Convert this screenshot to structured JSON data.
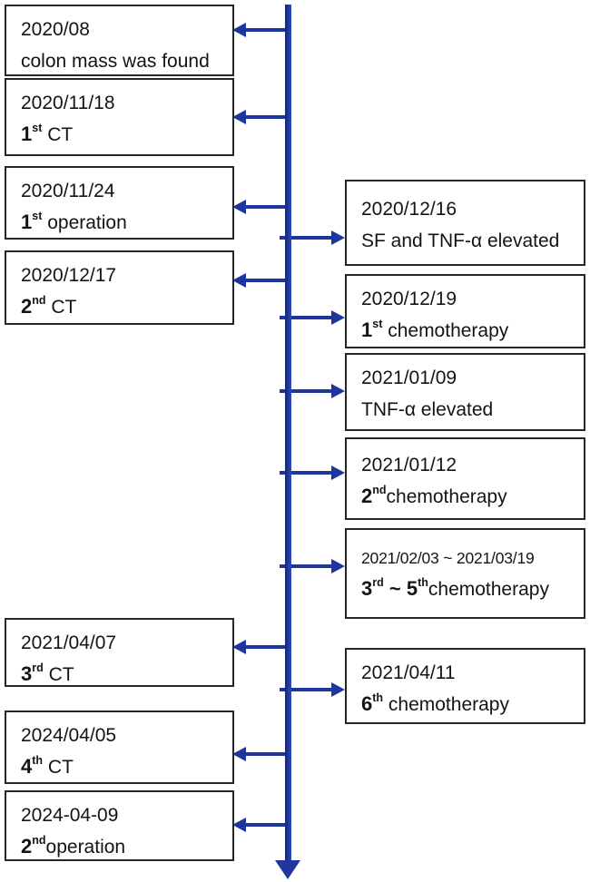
{
  "figure": {
    "type": "clinical-course-timeline",
    "colors": {
      "axis_blue": "#1d359c",
      "box_border": "#262626",
      "text": "#141414"
    }
  },
  "events": {
    "l1": {
      "date": "2020/08",
      "rest": "colon mass was found"
    },
    "l2": {
      "date": "2020/11/18",
      "n1": "1",
      "s1": "st",
      "rest": " CT"
    },
    "l3": {
      "date": "2020/11/24",
      "n1": "1",
      "s1": "st",
      "rest": " operation"
    },
    "l4": {
      "date": "2020/12/17",
      "n1": "2",
      "s1": "nd",
      "rest": " CT"
    },
    "l5": {
      "date": "2021/04/07",
      "n1": "3",
      "s1": "rd",
      "rest": " CT"
    },
    "l6": {
      "date": "2024/04/05",
      "n1": "4",
      "s1": "th",
      "rest": " CT"
    },
    "l7": {
      "date": "2024-04-09",
      "n1": "2",
      "s1": "nd",
      "rest": "operation"
    },
    "r1": {
      "date": "2020/12/16",
      "rest": "SF and TNF-α elevated"
    },
    "r2": {
      "date": "2020/12/19",
      "n1": "1",
      "s1": "st",
      "rest": " chemotherapy"
    },
    "r3": {
      "date": "2021/01/09",
      "rest": "TNF-α elevated"
    },
    "r4": {
      "date": "2021/01/12",
      "n1": "2",
      "s1": "nd",
      "rest": "chemotherapy"
    },
    "r5": {
      "date": "2021/02/03 ~ 2021/03/19",
      "n1": "3",
      "s1": "rd",
      "mid": " ~ ",
      "n2": "5",
      "s2": "th",
      "rest": "chemotherapy"
    },
    "r6": {
      "date": "2021/04/11",
      "n1": "6",
      "s1": "th",
      "rest": " chemotherapy"
    }
  }
}
